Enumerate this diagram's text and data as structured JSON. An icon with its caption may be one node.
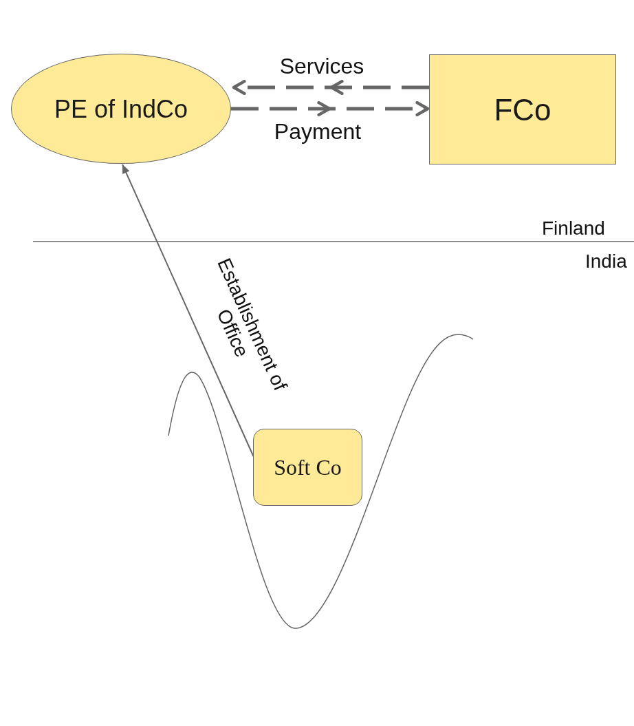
{
  "diagram": {
    "nodes": [
      {
        "text": [
          "PE of IndCo"
        ]
      },
      {
        "text": [
          "FCo"
        ]
      },
      {
        "text": [
          "Soft Co"
        ]
      }
    ],
    "edges": [
      {
        "from": 1,
        "to": 0,
        "arrow": "to",
        "label": "Services",
        "style": "dashed"
      },
      {
        "from": 0,
        "to": 1,
        "arrow": "to",
        "label": "Payment",
        "style": "dashed"
      },
      {
        "from": 2,
        "to": 0,
        "arrow": "to",
        "label": "Establishment of Office"
      }
    ],
    "labels": [
      "Finland",
      "India"
    ]
  }
}
